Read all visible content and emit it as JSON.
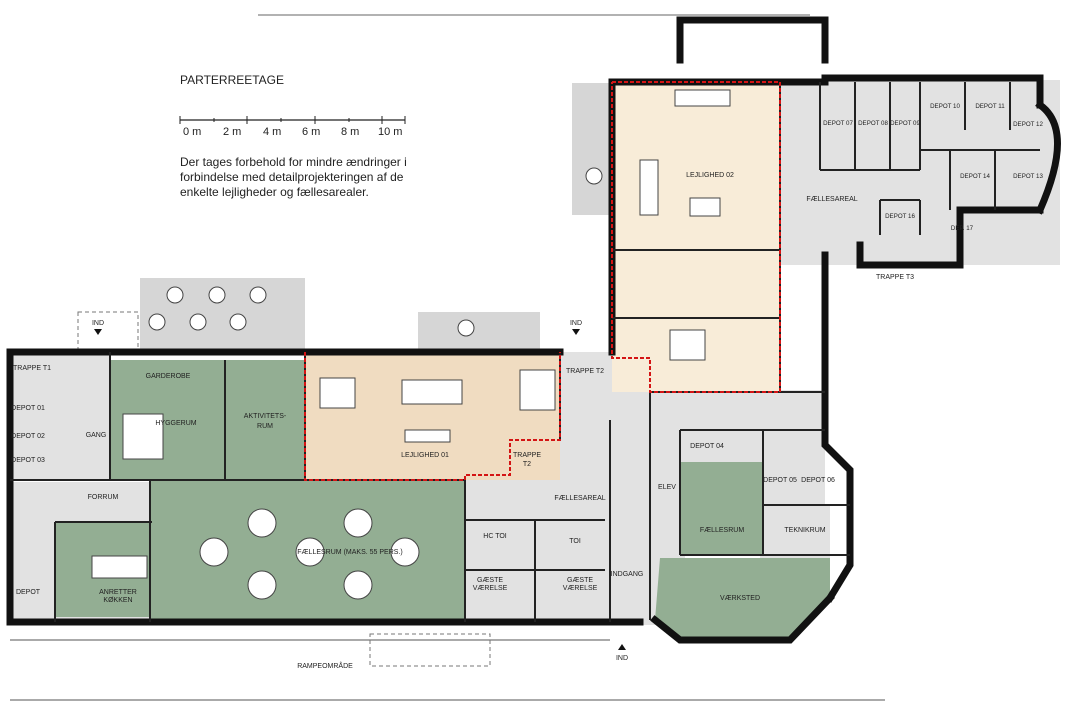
{
  "title": "PARTERREETAGE",
  "note": "Der tages forbehold for mindre ændringer i forbindelse med detailprojekteringen af de enkelte lejligheder og fællesarealer.",
  "scale": {
    "labels": [
      "0 m",
      "2 m",
      "4 m",
      "6 m",
      "8 m",
      "10 m"
    ]
  },
  "colors": {
    "common": "#93ae93",
    "apartment01": "#f0dcc1",
    "apartment02": "#f8ecd8",
    "service": "#e2e2e2",
    "wall": "#111111",
    "boundary": "#d41414",
    "terrace": "#d6d6d6"
  },
  "rooms": {
    "trappe_t1": "TRAPPE T1",
    "depot_01": "DEPOT 01",
    "depot_02": "DEPOT 02",
    "depot_03": "DEPOT 03",
    "gang": "GANG",
    "garderobe": "GARDEROBE",
    "hyggerum": "HYGGERUM",
    "aktivitetsrum_1": "AKTIVITETS-",
    "aktivitetsrum_2": "RUM",
    "lejlighed_01": "LEJLIGHED 01",
    "trappe_t2_a": "TRAPPE T2",
    "trappe_t2_b": "TRAPPE",
    "trappe_t2_c": "T2",
    "forrum": "FORRUM",
    "faellesrum_main": "FÆLLESRUM (MAKS. 55 PERS.)",
    "anretter_1": "ANRETTER",
    "anretter_2": "KØKKEN",
    "depot_west": "DEPOT",
    "faellesareal_south": "FÆLLESAREAL",
    "hc_toi": "HC TOI",
    "toi": "TOI",
    "gaeste_a_1": "GÆSTE",
    "gaeste_a_2": "VÆRELSE",
    "gaeste_b_1": "GÆSTE",
    "gaeste_b_2": "VÆRELSE",
    "indgang": "INDGANG",
    "elev": "ELEV",
    "depot_04": "DEPOT 04",
    "depot_05": "DEPOT 05",
    "depot_06": "DEPOT 06",
    "faellesrum_east": "FÆLLESRUM",
    "teknikrum": "TEKNIKRUM",
    "vaerksted": "VÆRKSTED",
    "lejlighed_02": "LEJLIGHED 02",
    "faellesareal_north": "FÆLLESAREAL",
    "depot_07": "DEPOT 07",
    "depot_08": "DEPOT 08",
    "depot_09": "DEPOT 09",
    "depot_10": "DEPOT 10",
    "depot_11": "DEPOT 11",
    "depot_12": "DEPOT 12",
    "depot_13": "DEPOT 13",
    "depot_14": "DEPOT 14",
    "depot_16": "DEPOT 16",
    "dep_17": "DEP. 17",
    "trappe_t3": "TRAPPE T3",
    "rampeomraade": "RAMPEOMRÅDE"
  },
  "entrances": [
    "IND",
    "IND",
    "IND"
  ]
}
